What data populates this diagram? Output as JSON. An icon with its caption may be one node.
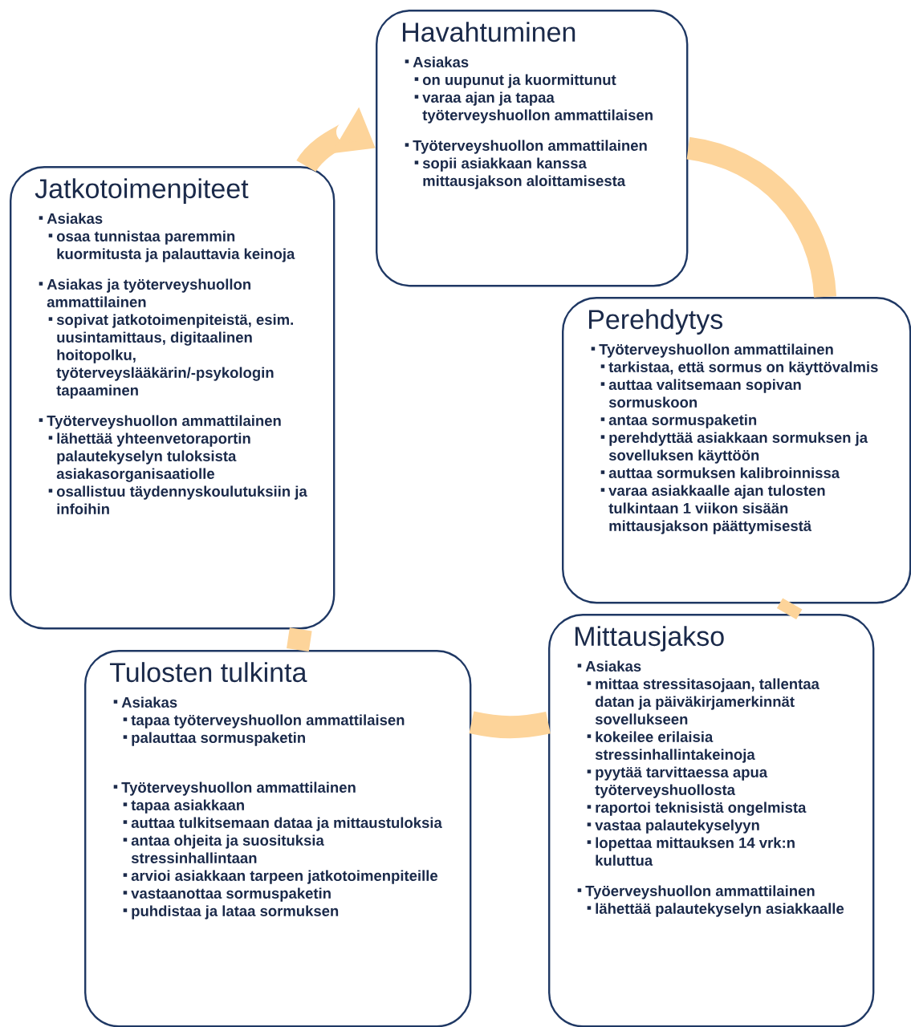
{
  "diagram": {
    "nodes": [
      {
        "text": [
          "Havahtuminen",
          "Asiakas",
          "on uupunut ja kuormittunut",
          "varaa ajan ja tapaa työterveyshuollon ammattilaisen",
          "Työterveyshuollon ammattilainen",
          "sopii asiakkaan kanssa mittausjakson aloittamisesta"
        ]
      },
      {
        "text": [
          "Perehdytys",
          "Työterveyshuollon ammattilainen",
          "tarkistaa, että sormus on käyttövalmis",
          "auttaa valitsemaan sopivan sormuskoon",
          "antaa sormuspaketin",
          "perehdyttää asiakkaan sormuksen ja sovelluksen käyttöön",
          "auttaa sormuksen kalibroinnissa",
          "varaa asiakkaalle ajan tulosten tulkintaan 1 viikon sisään mittausjakson päättymisestä"
        ]
      },
      {
        "text": [
          "Mittausjakso",
          "Asiakas",
          "mittaa stressitasojaan, tallentaa datan ja päiväkirjamerkinnät sovellukseen",
          "kokeilee erilaisia stressinhallintakeinoja",
          "pyytää tarvittaessa apua työterveyshuollosta",
          "raportoi teknisistä ongelmista",
          "vastaa palautekyselyyn",
          "lopettaa mittauksen 14 vrk:n kuluttua",
          "Työerveyshuollon ammattilainen",
          "lähettää palautekyselyn asiakkaalle"
        ]
      },
      {
        "text": [
          "Tulosten tulkinta",
          "Asiakas",
          "tapaa työterveyshuollon ammattilaisen",
          "palauttaa sormuspaketin",
          "Työterveyshuollon ammattilainen",
          "tapaa asiakkaan",
          "auttaa tulkitsemaan dataa ja mittaustuloksia",
          "antaa ohjeita ja suosituksia stressinhallintaan",
          "arvioi asiakkaan tarpeen jatkotoimenpiteille",
          "vastaanottaa sormuspaketin",
          "puhdistaa ja lataa sormuksen"
        ]
      },
      {
        "text": [
          "Jatkotoimenpiteet",
          "Asiakas",
          "osaa tunnistaa paremmin kuormitusta ja palauttavia keinoja",
          "Asiakas ja työterveyshuollon ammattilainen",
          "sopivat jatkotoimenpiteistä, esim. uusintamittaus, digitaalinen hoitopolku, työterveyslääkärin/-psykologin tapaaminen",
          "Työterveyshuollon ammattilainen",
          "lähettää yhteenvetoraportin palautekyselyn tuloksista asiakasorganisaatiolle",
          "osallistuu täydennyskoulutuksiin ja infoihin"
        ]
      }
    ],
    "edges": [
      {
        "from": 4,
        "to": 0,
        "arrow": "to"
      },
      {
        "from": 0,
        "to": 1,
        "arrow": "none"
      },
      {
        "from": 1,
        "to": 2,
        "arrow": "none"
      },
      {
        "from": 2,
        "to": 3,
        "arrow": "none"
      },
      {
        "from": 3,
        "to": 4,
        "arrow": "none"
      }
    ]
  }
}
